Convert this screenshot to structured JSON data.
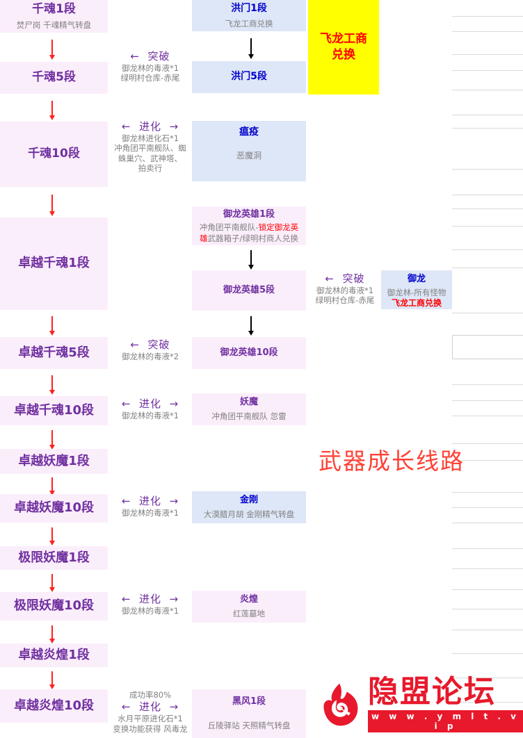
{
  "title": "武器成长线路",
  "logo": {
    "brand": "隐盟论坛",
    "url": "w w w . y m l t . v i p",
    "color": "#e8192c",
    "icon": "flame-dragon-logo-icon"
  },
  "colors": {
    "pink_block": "#fbeefb",
    "blue_block": "#dee7f7",
    "yellow_block": "#ffff00",
    "title_purple": "#7030a0",
    "title_blue": "#0000cc",
    "title_red": "#ff0000",
    "sub_grey": "#808080",
    "arrow_red": "#ff2020",
    "arrow_black": "#000000",
    "gridline": "#d9d9d9"
  },
  "left_chain": [
    {
      "name": "千魂1段",
      "detail": "焚尸岗  千魂精气转盘",
      "detail2": ""
    },
    {
      "name": "千魂5段",
      "detail": "",
      "detail2": ""
    },
    {
      "name": "千魂10段",
      "detail": "",
      "detail2": ""
    },
    {
      "name": "卓越千魂1段",
      "detail": "",
      "detail2": ""
    },
    {
      "name": "卓越千魂5段",
      "detail": "",
      "detail2": ""
    },
    {
      "name": "卓越千魂10段",
      "detail": "",
      "detail2": ""
    },
    {
      "name": "卓越妖魔1段",
      "detail": "",
      "detail2": ""
    },
    {
      "name": "卓越妖魔10段",
      "detail": "",
      "detail2": ""
    },
    {
      "name": "极限妖魔1段",
      "detail": "",
      "detail2": ""
    },
    {
      "name": "极限妖魔10段",
      "detail": "",
      "detail2": ""
    },
    {
      "name": "卓越炎煌1段",
      "detail": "",
      "detail2": ""
    },
    {
      "name": "卓越炎煌10段",
      "detail": "",
      "detail2": ""
    }
  ],
  "annotations": [
    {
      "id": "ann-tupo-1",
      "rate": "",
      "label": "突破",
      "arrows": "left",
      "lines": [
        "御龙林的毒液*1",
        "绿明村仓库-赤尾"
      ]
    },
    {
      "id": "ann-jinhua-1",
      "rate": "",
      "label": "进化",
      "arrows": "both",
      "lines": [
        "御龙林进化石*1",
        "冲角团平南舰队、蜘",
        "蛛巢穴、武神塔、",
        "拍卖行"
      ]
    },
    {
      "id": "ann-tupo-2",
      "rate": "",
      "label": "突破",
      "arrows": "left",
      "lines": [
        "御龙林的毒液*2"
      ]
    },
    {
      "id": "ann-jinhua-2",
      "rate": "",
      "label": "进化",
      "arrows": "both",
      "lines": [
        "御龙林的毒液*1"
      ]
    },
    {
      "id": "ann-jinhua-3",
      "rate": "",
      "label": "进化",
      "arrows": "both",
      "lines": [
        "御龙林的毒液*1"
      ]
    },
    {
      "id": "ann-jinhua-4",
      "rate": "",
      "label": "进化",
      "arrows": "both",
      "lines": [
        "御龙林的毒液*1"
      ]
    },
    {
      "id": "ann-jinhua-5",
      "rate": "成功率80%",
      "label": "进化",
      "arrows": "both",
      "lines": [
        "水月平原进化石*1",
        "变换功能获得  风毒龙"
      ]
    },
    {
      "id": "ann-tupo-3",
      "rate": "",
      "label": "突破",
      "arrows": "left",
      "lines": [
        "御龙林的毒液*1",
        "绿明村仓库-赤尾"
      ]
    }
  ],
  "mid_blocks": [
    {
      "id": "blk-hongmen-1",
      "name": "洪门1段",
      "style": "blue",
      "detail": "飞龙工商兑换",
      "detail_red": ""
    },
    {
      "id": "blk-hongmen-5",
      "name": "洪门5段",
      "style": "blue",
      "detail": "",
      "detail_red": ""
    },
    {
      "id": "blk-wenyi",
      "name": "瘟疫",
      "style": "blue",
      "detail": "恶魔洞",
      "detail_red": ""
    },
    {
      "id": "blk-yulong-h1",
      "name": "御龙英雄1段",
      "style": "pink",
      "detail_rich": [
        "冲角团平南舰队-",
        "锁定御龙英",
        "雄",
        "武器箱子/绿明村商人兑换"
      ]
    },
    {
      "id": "blk-yulong-h5",
      "name": "御龙英雄5段",
      "style": "pink",
      "detail": "",
      "detail_red": ""
    },
    {
      "id": "blk-yulong-h10",
      "name": "御龙英雄10段",
      "style": "pink",
      "detail": "",
      "detail_red": ""
    },
    {
      "id": "blk-yaomo",
      "name": "妖魔",
      "style": "pink",
      "detail": "冲角团平南舰队  忽雷",
      "detail_red": ""
    },
    {
      "id": "blk-jingang",
      "name": "金刚",
      "style": "blue",
      "detail": "大漠腊月胡  金刚精气转盘",
      "detail_red": ""
    },
    {
      "id": "blk-yanhuang",
      "name": "炎煌",
      "style": "pink",
      "detail": "红莲墓地",
      "detail_red": ""
    },
    {
      "id": "blk-heifeng-1",
      "name": "黑风1段",
      "style": "pink",
      "detail": "丘陵驿站  天照精气转盘",
      "detail_red": ""
    }
  ],
  "right_blocks": [
    {
      "id": "blk-feilong-exchange",
      "name": "飞龙工商\n兑换",
      "line1": "飞龙工商",
      "line2": "兑换",
      "style": "yellow"
    },
    {
      "id": "blk-yulong",
      "name": "御龙",
      "style": "blue",
      "detail": "御龙林-所有怪物",
      "detail_red": "飞龙工商兑换"
    }
  ]
}
